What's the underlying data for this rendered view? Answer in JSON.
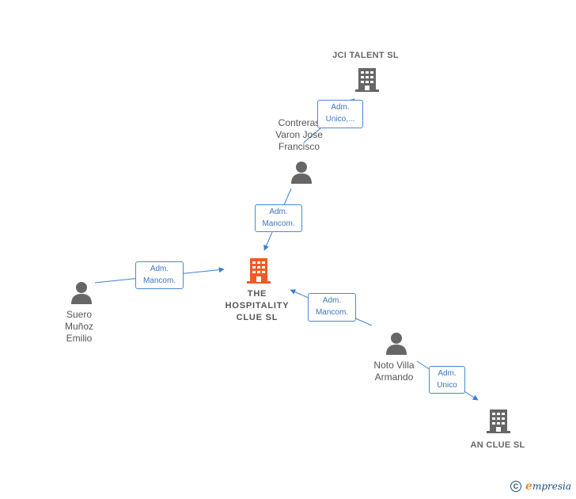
{
  "nodes": {
    "main_company": {
      "label": "THE HOSPITALITY CLUE SL",
      "type": "company",
      "highlight": true
    },
    "jci_talent": {
      "label": "JCI TALENT  SL",
      "type": "company"
    },
    "an_clue": {
      "label": "AN CLUE  SL",
      "type": "company"
    },
    "contreras": {
      "label": "Contreras\nVaron Jose\nFrancisco",
      "type": "person"
    },
    "suero": {
      "label": "Suero\nMuñoz\nEmilio",
      "type": "person"
    },
    "noto": {
      "label": "Noto Villa\nArmando",
      "type": "person"
    }
  },
  "edges": [
    {
      "from": "contreras",
      "to": "jci_talent",
      "line1": "Adm.",
      "line2": "Unico,..."
    },
    {
      "from": "contreras",
      "to": "main_company",
      "line1": "Adm.",
      "line2": "Mancom."
    },
    {
      "from": "suero",
      "to": "main_company",
      "line1": "Adm.",
      "line2": "Mancom."
    },
    {
      "from": "noto",
      "to": "main_company",
      "line1": "Adm.",
      "line2": "Mancom."
    },
    {
      "from": "noto",
      "to": "an_clue",
      "line1": "Adm.",
      "line2": "Unico"
    }
  ],
  "colors": {
    "edge": "#3b7fd0",
    "company_icon": "#666666",
    "main_company_icon": "#f15a24",
    "person_icon": "#666666"
  },
  "footer": {
    "copyright_symbol": "C",
    "brand_initial": "e",
    "brand_rest": "mpresia"
  }
}
